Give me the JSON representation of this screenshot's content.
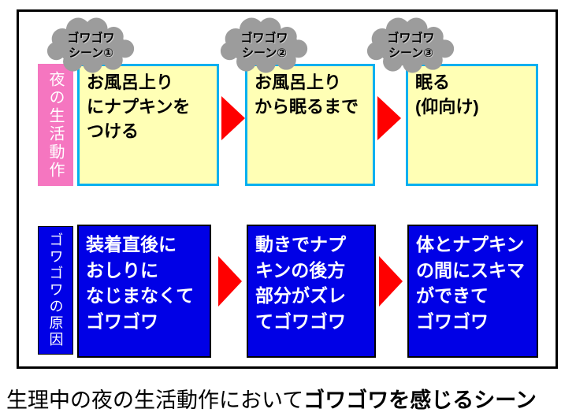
{
  "colors": {
    "cloud_gray": "#9c9c9c",
    "scene_fill": "#ffffb5",
    "scene_border": "#00b0f0",
    "cause_fill": "#0000e6",
    "night_label": "#f576c0",
    "arrow_red": "#ff0000",
    "frame_border": "#000000"
  },
  "clouds": [
    {
      "line1": "ゴワゴワ",
      "line2": "シーン①"
    },
    {
      "line1": "ゴワゴワ",
      "line2": "シーン②"
    },
    {
      "line1": "ゴワゴワ",
      "line2": "シーン③"
    }
  ],
  "rows": {
    "scenes": {
      "label": "夜の生活動作",
      "items": [
        "お風呂上り\nにナプキンを\nつける",
        "お風呂上り\nから眠るまで",
        "眠る\n(仰向け)"
      ]
    },
    "causes": {
      "label": "ゴワゴワの原因",
      "items": [
        "装着直後に\nおしりに\nなじまなくて\nゴワゴワ",
        "動きでナプ\nキンの後方\n部分がズレ\nてゴワゴワ",
        "体とナプキン\nの間にスキマ\nができて\nゴワゴワ"
      ]
    }
  },
  "caption": {
    "normal": "生理中の夜の生活動作において",
    "bold": "ゴワゴワを感じるシーン"
  }
}
